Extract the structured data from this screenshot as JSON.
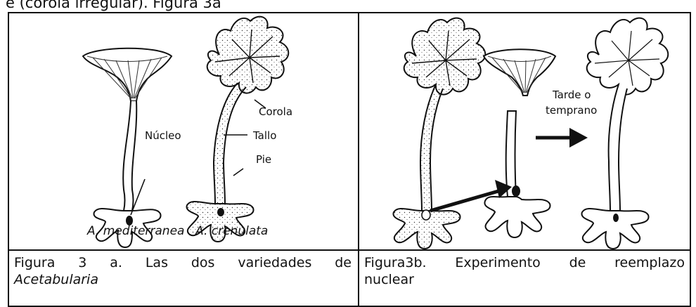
{
  "header_fragment": "e (corola irregular). Figura 3a",
  "panel_a": {
    "labels": {
      "nucleus": "Núcleo",
      "corolla": "Corola",
      "stalk": "Tallo",
      "foot": "Pie"
    },
    "species_left": "A. mediterranea",
    "species_right": "A. crenulata",
    "caption_line1": "Figura 3 a. Las dos variedades de",
    "caption_line2": "Acetabularia"
  },
  "panel_b": {
    "labels": {
      "time_line1": "Tarde o",
      "time_line2": "temprano"
    },
    "caption_line1": "Figura3b. Experimento de reemplazo",
    "caption_line2": "nuclear"
  }
}
